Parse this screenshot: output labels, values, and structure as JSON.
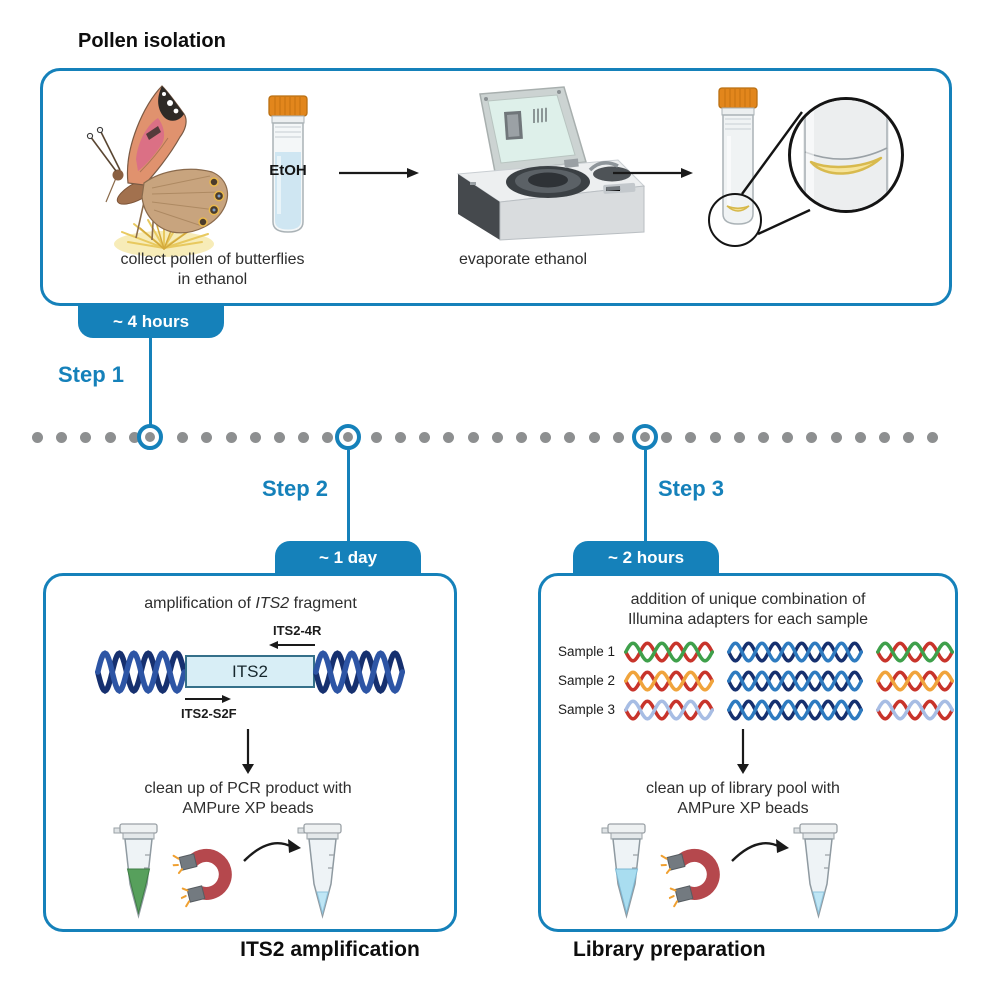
{
  "colors": {
    "accent": "#1581ba",
    "timeline_dot": "#8d8f90",
    "cap_orange": "#e2861c",
    "ethanol_liquid": "#cfe6f2",
    "pollen_yellow": "#f3dd92",
    "pcr_product_green": "#57a05c",
    "library_pool_blue": "#a9ddf0",
    "magnet_red": "#b5484d",
    "gene_box_fill": "#d8eef6"
  },
  "panel1": {
    "title": "Pollen isolation",
    "badge": "~ 4 hours",
    "step_label": "Step 1",
    "caption_collect_1": "collect pollen of butterflies",
    "caption_collect_2": "in ethanol",
    "tube_label": "EtOH",
    "caption_evaporate": "evaporate ethanol"
  },
  "panel2": {
    "step_label": "Step 2",
    "badge": "~ 1 day",
    "heading": {
      "pre": "amplification of ",
      "gene": "ITS2",
      "post": " fragment"
    },
    "primer_reverse": "ITS2-4R",
    "primer_forward": "ITS2-S2F",
    "gene_box_label": "ITS2",
    "helix_colors": [
      "#16306f",
      "#2d55a5"
    ],
    "cleanup_1": "clean up of PCR product with",
    "cleanup_2": "AMPure XP beads",
    "footer": "ITS2 amplification"
  },
  "panel3": {
    "step_label": "Step 3",
    "badge": "~ 2 hours",
    "heading_1": "addition of unique combination of",
    "heading_2": "Illumina adapters for each sample",
    "samples": [
      {
        "label": "Sample 1",
        "adapter_colors": [
          "#c8342b",
          "#3fa04b"
        ]
      },
      {
        "label": "Sample 2",
        "adapter_colors": [
          "#c8342b",
          "#f0a43c"
        ]
      },
      {
        "label": "Sample 3",
        "adapter_colors": [
          "#c8342b",
          "#a7bde4"
        ]
      }
    ],
    "insert_colors": [
      "#16306f",
      "#2e7bc0"
    ],
    "cleanup_1": "clean up of library pool with",
    "cleanup_2": "AMPure XP beads",
    "footer": "Library preparation"
  },
  "icons": {
    "butterfly-icon": "painted lady butterfly feeding on flower",
    "ethanol-tube-icon": "screw-cap vial with ethanol",
    "vacuum-concentrator-icon": "centrifugal evaporator with open lid",
    "pellet-tube-icon": "screw-cap vial with pollen pellet",
    "zoom-inset-icon": "magnifying circles showing pollen pellet",
    "arrow-right-icon": "black right arrow",
    "arrow-down-icon": "black down arrow",
    "curved-arrow-icon": "curved transfer arrow",
    "dna-helix-icon": "DNA double helix",
    "primer-arrow-icon": "primer direction arrow",
    "tube-green-icon": "microcentrifuge tube with PCR product",
    "tube-blue-icon": "microcentrifuge tube with library pool",
    "tube-clean-icon": "microcentrifuge tube after bead clean up",
    "magnet-icon": "horseshoe magnet with sparks",
    "timeline": "dotted timeline with step markers"
  }
}
